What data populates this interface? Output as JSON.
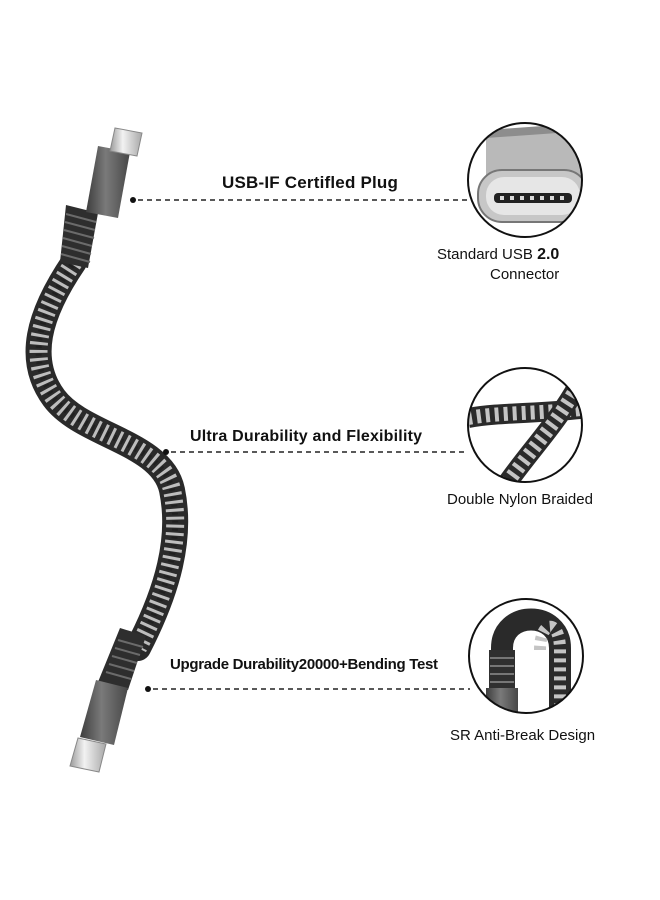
{
  "features": [
    {
      "title": "USB-IF Certifled Plug",
      "caption_line1": "Standard USB",
      "caption_version": "2.0",
      "caption_line2": "Connector",
      "icon": "usb-c-port-closeup"
    },
    {
      "title": "Ultra Durability and Flexibility",
      "caption_line1": "Double Nylon Braided",
      "icon": "braided-cable-closeup"
    },
    {
      "title": "Upgrade Durability20000+Bending Test",
      "caption_line1": "SR Anti-Break Design",
      "icon": "bent-connector-closeup"
    }
  ],
  "colors": {
    "braid_dark": "#2a2a2a",
    "braid_light": "#bdbdbd",
    "housing": "#5a5a5a",
    "plug_metal": "#d2d2d2",
    "text": "#111111"
  }
}
